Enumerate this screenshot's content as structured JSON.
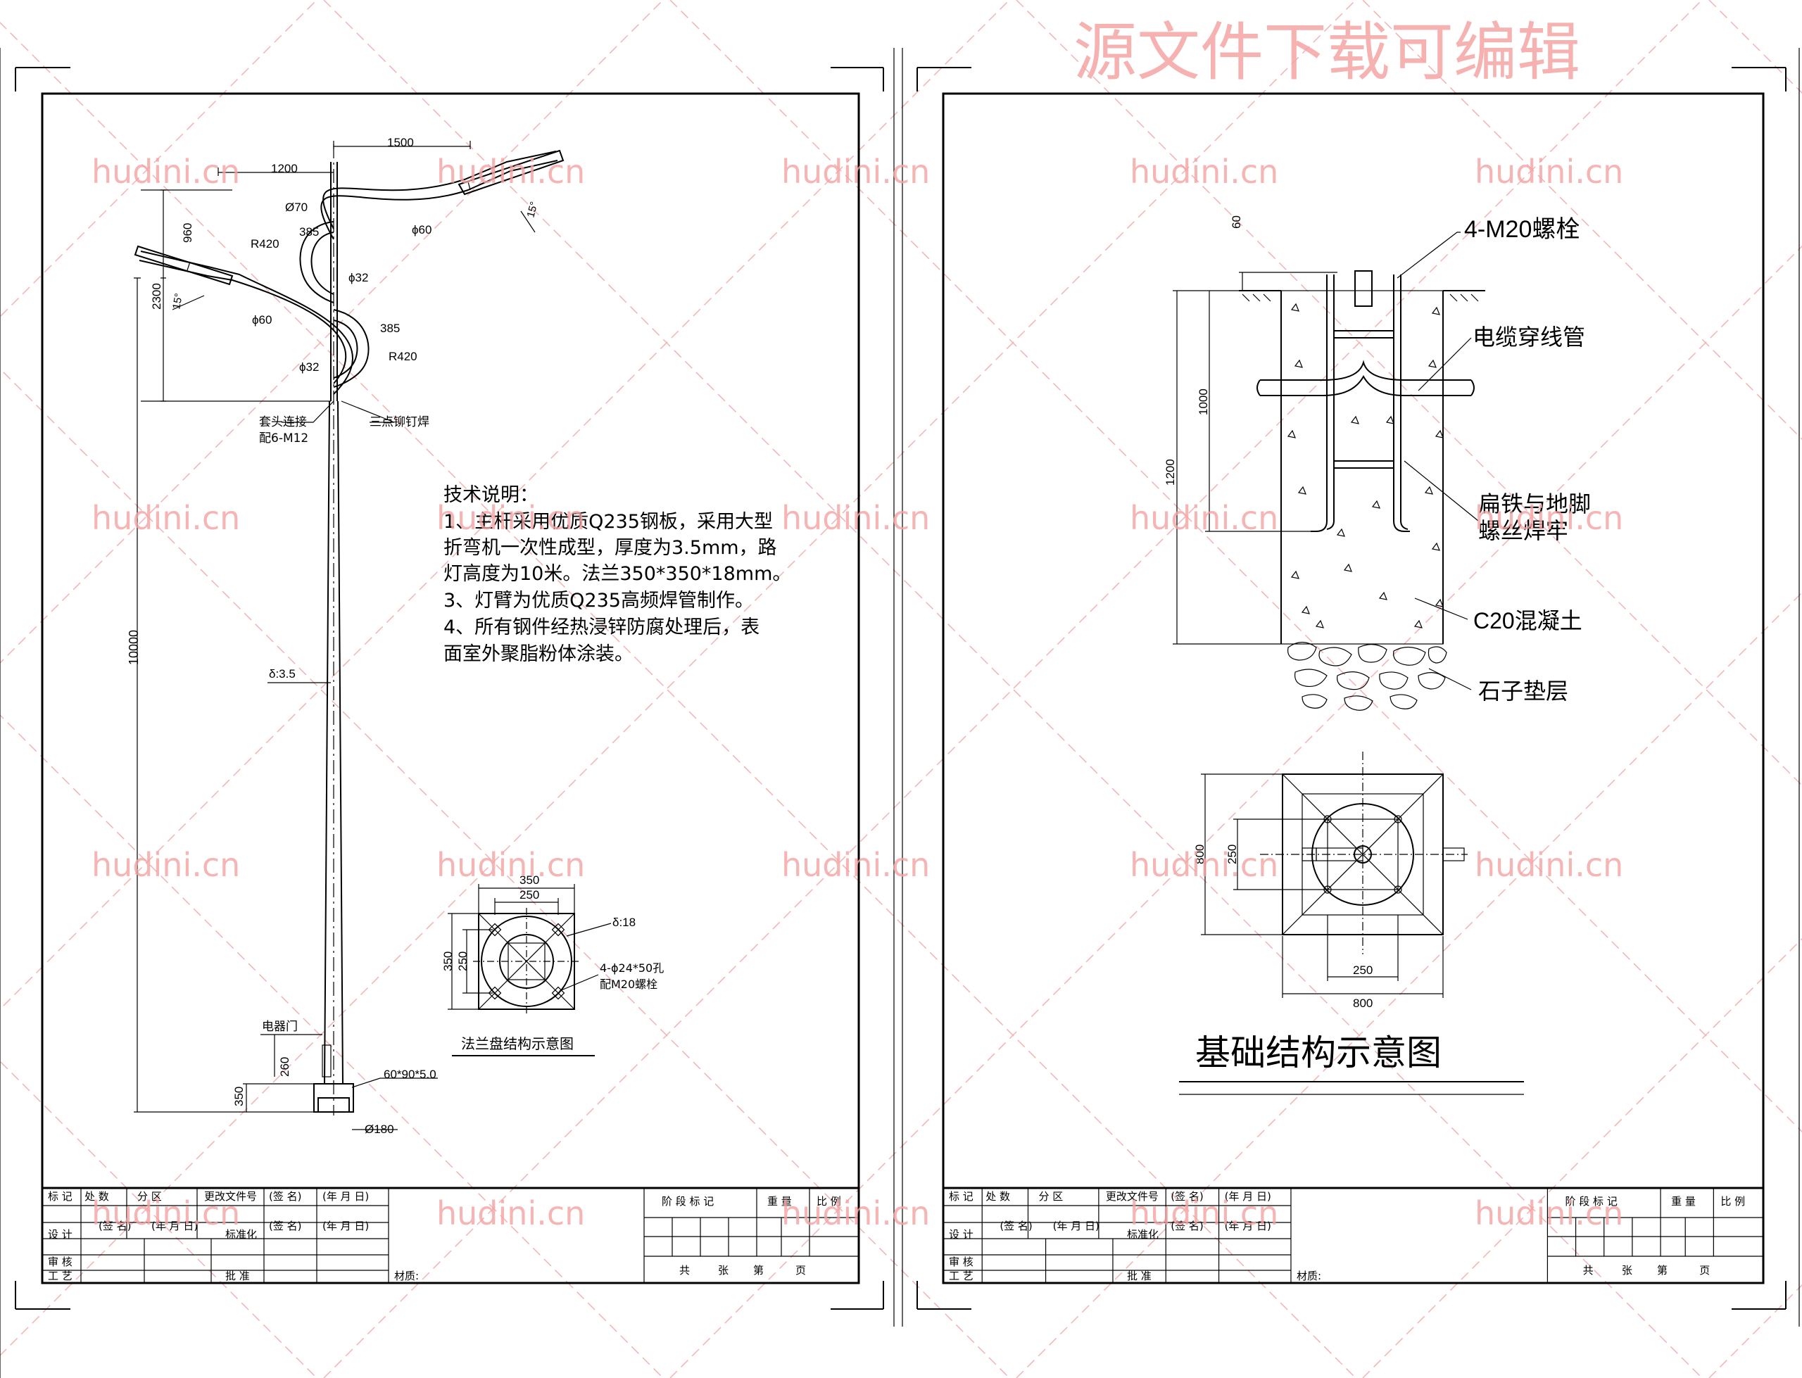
{
  "watermark": {
    "banner": "源文件下载可编辑",
    "site": "hudini.cn"
  },
  "left_sheet": {
    "dims": {
      "arm_right": "1500",
      "arm_left": "1200",
      "d70": "Ø70",
      "d60_right": "ϕ60",
      "d60_left": "ϕ60",
      "d32_upper": "ϕ32",
      "d32_lower": "ϕ32",
      "r420_upper": "R420",
      "r420_lower": "R420",
      "w385_upper": "385",
      "w385_lower": "385",
      "h960": "960",
      "h2300": "2300",
      "angle_right": "15°",
      "angle_left": "15°",
      "h10000": "10000",
      "thickness": "δ:3.5",
      "h350": "350",
      "h260": "260",
      "base_plate": "60*90*5.0",
      "base_dia": "Ø180"
    },
    "labels": {
      "sleeve_joint": "套头连接",
      "sleeve_bolts": "配6-M12",
      "rivet_weld": "三点铆钉焊",
      "electric_door": "电器门"
    },
    "tech_notes": {
      "title": "技术说明：",
      "line1": "1、主杆采用优质Q235钢板，采用大型",
      "line2": "折弯机一次性成型，厚度为3.5mm，路",
      "line3": "灯高度为10米。法兰350*350*18mm。",
      "line4": "3、灯臂为优质Q235高频焊管制作。",
      "line5": "4、所有钢件经热浸锌防腐处理后，表",
      "line6": "面室外聚脂粉体涂装。"
    },
    "flange": {
      "w350": "350",
      "w250": "250",
      "h350": "350",
      "h250": "250",
      "thickness": "δ:18",
      "holes": "4-ϕ24*50孔",
      "bolts": "配M20螺栓",
      "caption": "法兰盘结构示意图"
    }
  },
  "right_sheet": {
    "labels": {
      "bolts": "4-M20螺栓",
      "cable_pipe": "电缆穿线管",
      "flat_iron_1": "扁铁与地脚",
      "flat_iron_2": "螺丝焊牢",
      "concrete": "C20混凝土",
      "gravel": "石子垫层"
    },
    "dims": {
      "d60": "60",
      "d1000": "1000",
      "d1200": "1200",
      "plan_800_v": "800",
      "plan_250_v": "250",
      "plan_250_h": "250",
      "plan_800_h": "800"
    },
    "title": "基础结构示意图"
  },
  "title_block": {
    "r1": [
      "标 记",
      "处 数",
      "分 区",
      "更改文件号",
      "(签 名)",
      "(年 月 日)"
    ],
    "r2_a": "设 计",
    "r2_b": "(签 名)",
    "r2_c": "(年 月 日)",
    "r2_d": "标准化",
    "r2_e": "(签 名)",
    "r2_f": "(年 月 日)",
    "r3": "审 核",
    "r4_a": "工 艺",
    "r4_b": "批 准",
    "material": "材质:",
    "stage": "阶 段 标 记",
    "weight": "重 量",
    "scale": "比 例",
    "total": "共",
    "sheets": "张",
    "page": "第",
    "page2": "页"
  }
}
